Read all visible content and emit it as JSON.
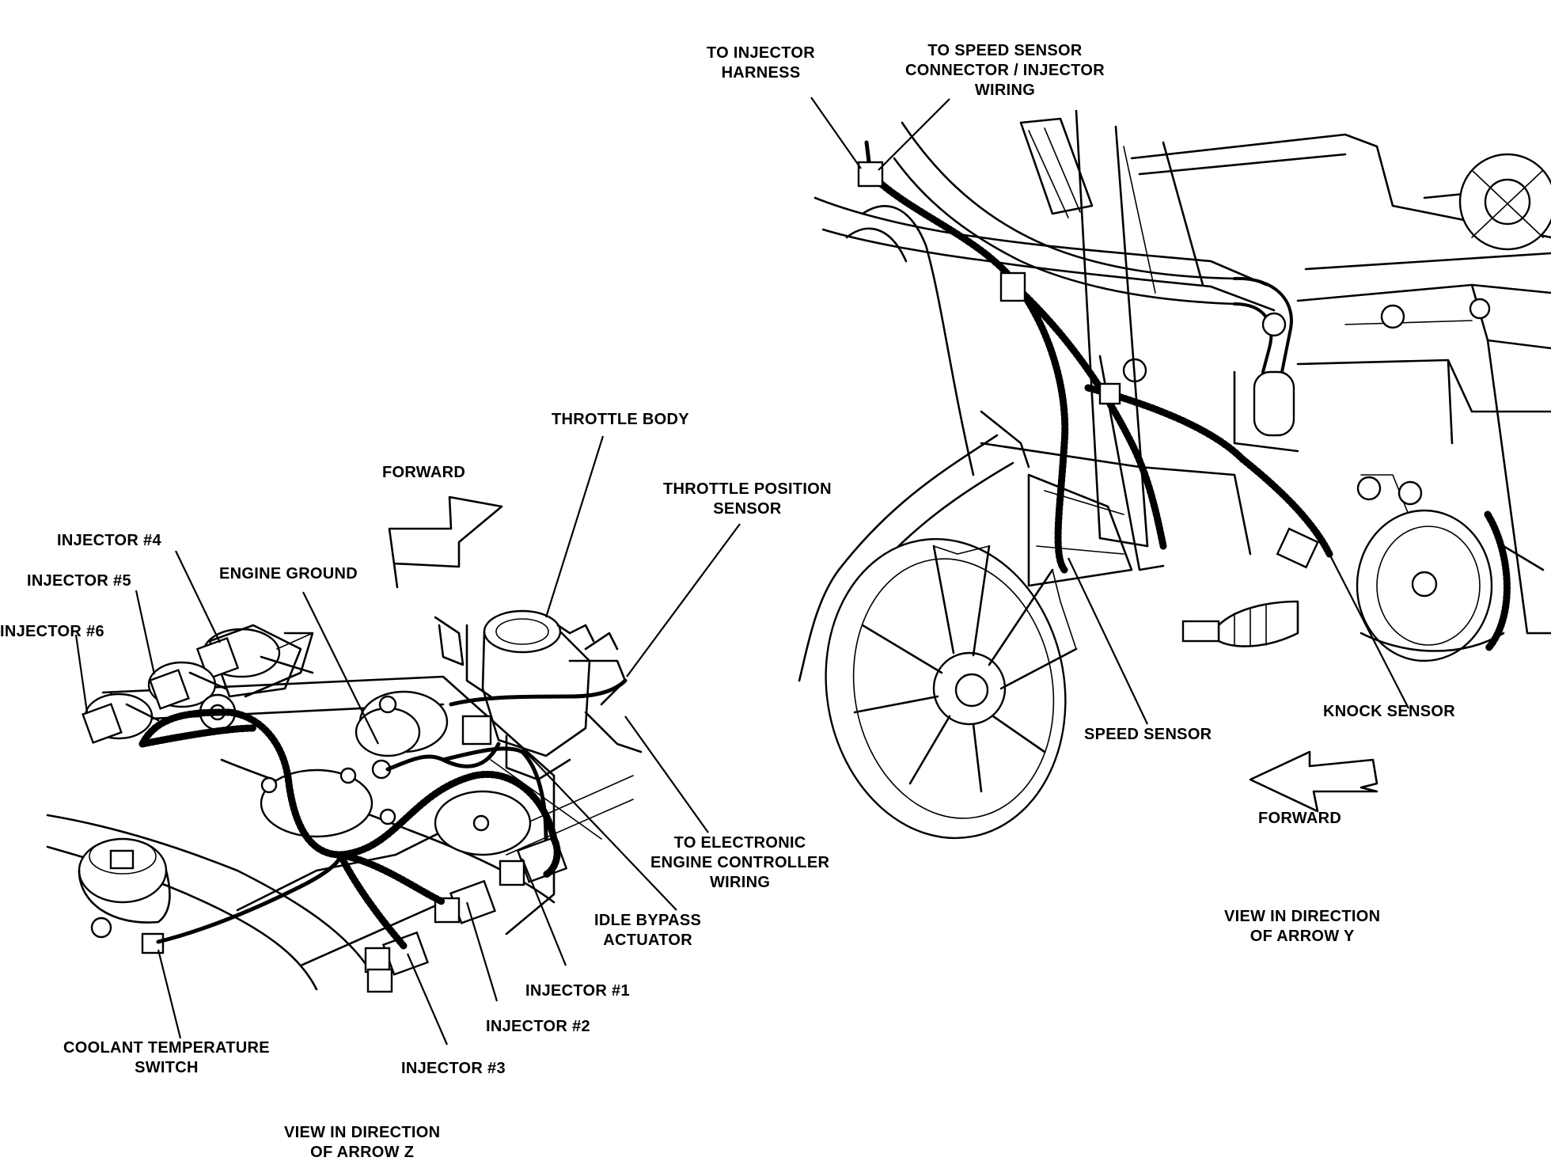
{
  "labels": {
    "to_injector_harness": [
      "TO INJECTOR",
      "HARNESS"
    ],
    "to_speed_sensor_connector": [
      "TO SPEED SENSOR",
      "CONNECTOR / INJECTOR",
      "WIRING"
    ],
    "throttle_body": [
      "THROTTLE BODY"
    ],
    "forward_left": [
      "FORWARD"
    ],
    "throttle_position_sensor": [
      "THROTTLE POSITION",
      "SENSOR"
    ],
    "injector_4": [
      "INJECTOR #4"
    ],
    "injector_5": [
      "INJECTOR #5"
    ],
    "injector_6": [
      "INJECTOR #6"
    ],
    "engine_ground": [
      "ENGINE GROUND"
    ],
    "speed_sensor": [
      "SPEED SENSOR"
    ],
    "knock_sensor": [
      "KNOCK SENSOR"
    ],
    "forward_right": [
      "FORWARD"
    ],
    "to_electronic_engine_controller": [
      "TO ELECTRONIC",
      "ENGINE CONTROLLER",
      "WIRING"
    ],
    "idle_bypass_actuator": [
      "IDLE BYPASS",
      "ACTUATOR"
    ],
    "injector_1": [
      "INJECTOR #1"
    ],
    "injector_2": [
      "INJECTOR #2"
    ],
    "injector_3": [
      "INJECTOR #3"
    ],
    "coolant_temperature_switch": [
      "COOLANT TEMPERATURE",
      "SWITCH"
    ],
    "view_arrow_y": [
      "VIEW IN DIRECTION",
      "OF ARROW Y"
    ],
    "view_arrow_z": [
      "VIEW IN DIRECTION",
      "OF ARROW Z"
    ]
  },
  "colors": {
    "ink": "#000000",
    "paper": "#ffffff"
  }
}
